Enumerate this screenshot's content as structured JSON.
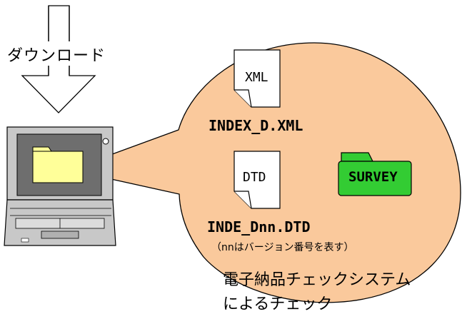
{
  "download_label": "ダウンロード",
  "docs": {
    "xml_icon_text": "XML",
    "xml_filename": "INDEX_D.XML",
    "dtd_icon_text": "DTD",
    "dtd_filename": "INDE_Dnn.DTD",
    "dtd_note": "（nnはバージョン番号を表す）"
  },
  "folder_label": "SURVEY",
  "system_caption_line1": "電子納品チェックシステム",
  "system_caption_line2": "によるチェック",
  "colors": {
    "bubble_fill": "#fac99c",
    "laptop_frame": "#c8c8c8",
    "laptop_screen": "#6e6e6e",
    "folder_yellow": "#ffff99",
    "folder_green": "#33cc33"
  }
}
